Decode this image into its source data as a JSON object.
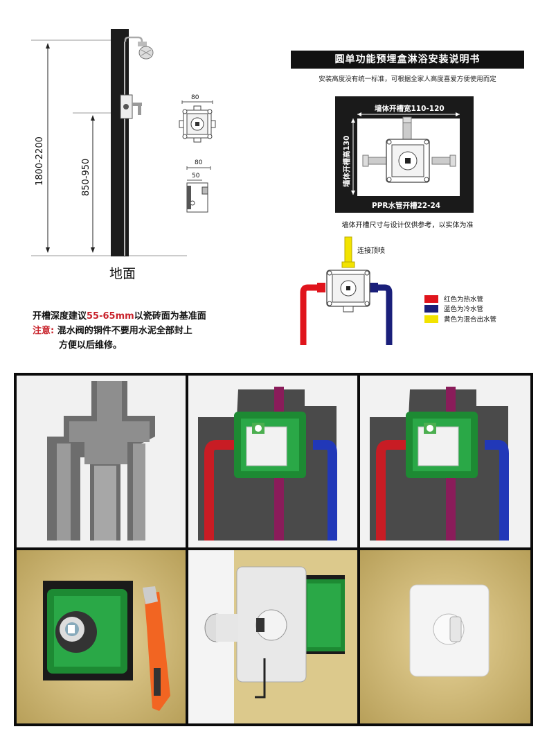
{
  "diagram": {
    "heights": {
      "total": "1800-2200",
      "valve": "850-950"
    },
    "box_widths": {
      "front": "80",
      "side_total": "80",
      "side_depth": "50"
    },
    "floor_label": "地面"
  },
  "manual": {
    "title": "圆单功能预埋盒淋浴安装说明书",
    "subtitle": "安装高度没有统一标准，可根据全家人高度喜爱方便使用而定",
    "slot_width": "墙体开槽宽110-120",
    "slot_height": "墙体开槽高130",
    "pipe_slot": "PPR水管开槽22-24",
    "slot_note": "墙体开槽尺寸与设计仅供参考，以实体为准",
    "shower_label": "连接顶喷"
  },
  "legend": [
    {
      "color": "#e0141c",
      "label": "红色为热水管"
    },
    {
      "color": "#1a1f7a",
      "label": "蓝色为冷水管"
    },
    {
      "color": "#f2e300",
      "label": "黄色为混合出水管"
    }
  ],
  "notes": {
    "groove_prefix": "开槽深度建议",
    "groove_value": "55-65mm",
    "groove_suffix": "以瓷砖面为基准面",
    "notice_label": "注意:",
    "notice_line1": "混水阀的铜件不要用水泥全部封上",
    "notice_line2": "方便以后维修。"
  },
  "colors": {
    "hot": "#d6141c",
    "cold": "#1d2fae",
    "mixed": "#f2e300",
    "box_green": "#1f9a3a",
    "accent_red": "#c8222b"
  }
}
